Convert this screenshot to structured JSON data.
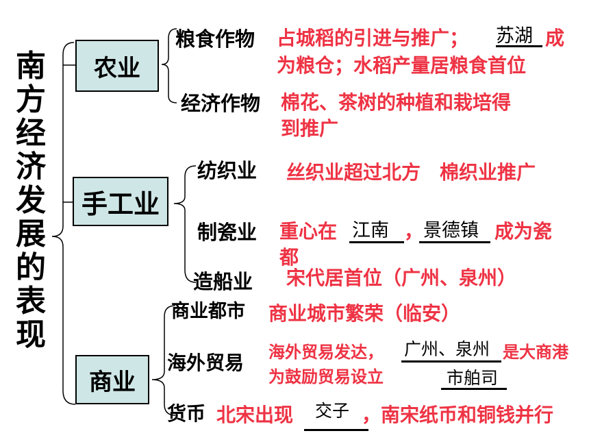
{
  "main_title": "南方经济发展的表现",
  "categories": {
    "agriculture": "农业",
    "handicraft": "手工业",
    "commerce": "商业"
  },
  "agriculture": {
    "grain_label": "粮食作物",
    "grain_text_1": "占城稻的引进与推广；",
    "grain_answer": "苏湖",
    "grain_text_2": "成",
    "grain_text_3": "为粮仓；水稻产量居粮食首位",
    "cash_label": "经济作物",
    "cash_text_1": "棉花、茶树的种植和栽培得",
    "cash_text_2": "到推广"
  },
  "handicraft": {
    "textile_label": "纺织业",
    "textile_text": "丝织业超过北方　棉织业推广",
    "porcelain_label": "制瓷业",
    "porcelain_text_1": "重心在",
    "porcelain_answer_1": "江南",
    "porcelain_sep": "，",
    "porcelain_answer_2": "景德镇",
    "porcelain_text_2": "成为瓷",
    "porcelain_text_3": "都",
    "ship_label": "造船业",
    "ship_text": "宋代居首位（广州、泉州）"
  },
  "commerce": {
    "city_label": "商业都市",
    "city_text": "商业城市繁荣（临安）",
    "trade_label": "海外贸易",
    "trade_text_1": "海外贸易发达，",
    "trade_answer_1": "广州、泉州",
    "trade_text_2": "是大商港",
    "trade_text_3": "为鼓励贸易设立",
    "trade_answer_2": "市舶司",
    "money_label": "货币",
    "money_text_1": "北宋出现",
    "money_answer": "交子",
    "money_text_2": "，南宋纸币和铜钱并行"
  }
}
